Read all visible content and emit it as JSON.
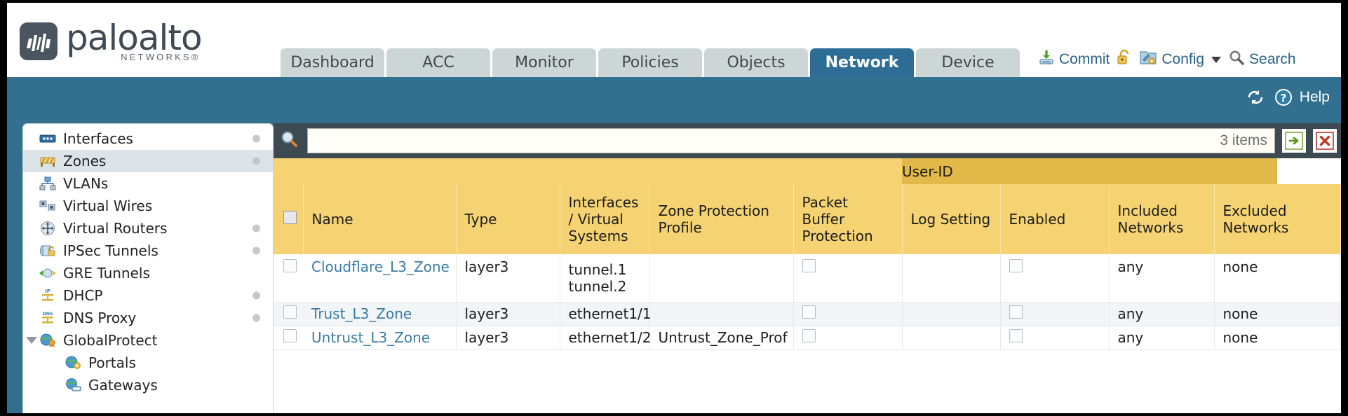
{
  "brand": {
    "name": "paloalto",
    "tagline": "NETWORKS",
    "registered": "®"
  },
  "tabs": [
    {
      "label": "Dashboard",
      "active": false
    },
    {
      "label": "ACC",
      "active": false
    },
    {
      "label": "Monitor",
      "active": false
    },
    {
      "label": "Policies",
      "active": false
    },
    {
      "label": "Objects",
      "active": false
    },
    {
      "label": "Network",
      "active": true
    },
    {
      "label": "Device",
      "active": false
    }
  ],
  "top_actions": {
    "commit": "Commit",
    "config": "Config",
    "search": "Search"
  },
  "blueband": {
    "help": "Help"
  },
  "sidebar": {
    "items": [
      {
        "label": "Interfaces",
        "icon": "interfaces-icon",
        "dot": true,
        "selected": false,
        "indent": false,
        "expand": false
      },
      {
        "label": "Zones",
        "icon": "zones-icon",
        "dot": true,
        "selected": true,
        "indent": false,
        "expand": false
      },
      {
        "label": "VLANs",
        "icon": "vlans-icon",
        "dot": false,
        "selected": false,
        "indent": false,
        "expand": false
      },
      {
        "label": "Virtual Wires",
        "icon": "virtual-wires-icon",
        "dot": false,
        "selected": false,
        "indent": false,
        "expand": false
      },
      {
        "label": "Virtual Routers",
        "icon": "virtual-routers-icon",
        "dot": true,
        "selected": false,
        "indent": false,
        "expand": false
      },
      {
        "label": "IPSec Tunnels",
        "icon": "ipsec-tunnels-icon",
        "dot": true,
        "selected": false,
        "indent": false,
        "expand": false
      },
      {
        "label": "GRE Tunnels",
        "icon": "gre-tunnels-icon",
        "dot": false,
        "selected": false,
        "indent": false,
        "expand": false
      },
      {
        "label": "DHCP",
        "icon": "dhcp-icon",
        "dot": true,
        "selected": false,
        "indent": false,
        "expand": false
      },
      {
        "label": "DNS Proxy",
        "icon": "dns-proxy-icon",
        "dot": true,
        "selected": false,
        "indent": false,
        "expand": false
      },
      {
        "label": "GlobalProtect",
        "icon": "globalprotect-icon",
        "dot": false,
        "selected": false,
        "indent": false,
        "expand": true
      },
      {
        "label": "Portals",
        "icon": "portals-icon",
        "dot": false,
        "selected": false,
        "indent": true,
        "expand": false
      },
      {
        "label": "Gateways",
        "icon": "gateways-icon",
        "dot": false,
        "selected": false,
        "indent": true,
        "expand": false
      }
    ]
  },
  "filter": {
    "value": "",
    "placeholder": "",
    "items_count": "3 items"
  },
  "table": {
    "group_header": "User-ID",
    "columns": [
      "Name",
      "Type",
      "Interfaces / Virtual Systems",
      "Zone Protection Profile",
      "Packet Buffer Protection",
      "Log Setting",
      "Enabled",
      "Included Networks",
      "Excluded Networks"
    ],
    "rows": [
      {
        "name": "Cloudflare_L3_Zone",
        "type": "layer3",
        "interfaces": [
          "tunnel.1",
          "tunnel.2"
        ],
        "zone_protection_profile": "",
        "packet_buffer_protection": false,
        "log_setting": "",
        "userid_enabled": false,
        "included_networks": "any",
        "excluded_networks": "none"
      },
      {
        "name": "Trust_L3_Zone",
        "type": "layer3",
        "interfaces": [
          "ethernet1/1"
        ],
        "zone_protection_profile": "",
        "packet_buffer_protection": false,
        "log_setting": "",
        "userid_enabled": false,
        "included_networks": "any",
        "excluded_networks": "none"
      },
      {
        "name": "Untrust_L3_Zone",
        "type": "layer3",
        "interfaces": [
          "ethernet1/2"
        ],
        "zone_protection_profile": "Untrust_Zone_Prof",
        "packet_buffer_protection": false,
        "log_setting": "",
        "userid_enabled": false,
        "included_networks": "any",
        "excluded_networks": "none"
      }
    ]
  },
  "colors": {
    "brand_blue": "#33708f",
    "tab_active": "#2e6e96",
    "header_gold": "#f5d372",
    "group_gold": "#e2b948",
    "panel_dark": "#3d4a52",
    "link_blue": "#3a7ca5"
  }
}
